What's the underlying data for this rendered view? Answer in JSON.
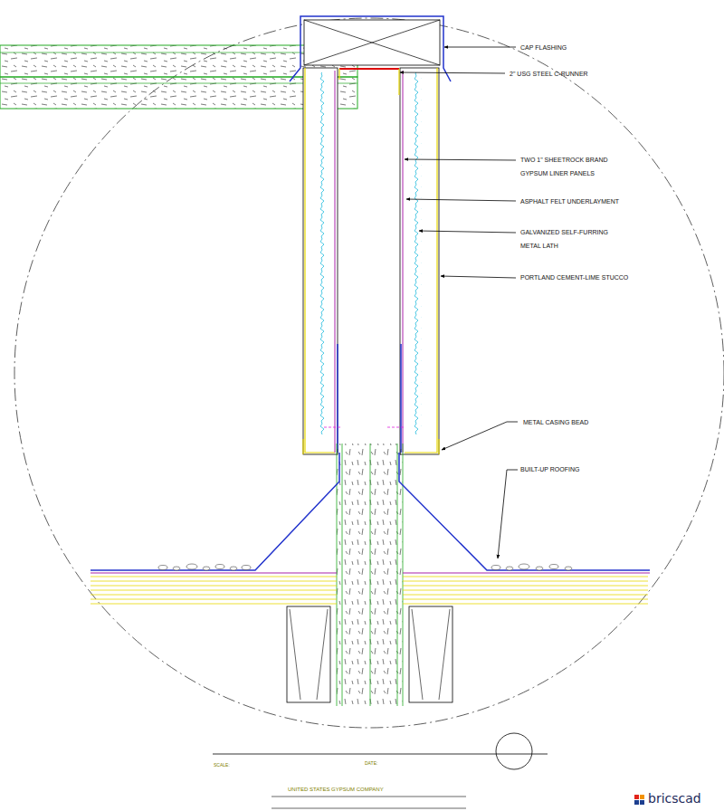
{
  "diagram": {
    "labels": [
      "CAP FLASHING",
      "2\" USG STEEL C-RUNNER",
      "TWO 1\" SHEETROCK BRAND GYPSUM LINER PANELS",
      "ASPHALT FELT UNDERLAYMENT",
      "GALVANIZED SELF-FURRING METAL LATH",
      "PORTLAND CEMENT-LIME STUCCO",
      "METAL CASING BEAD",
      "BUILT-UP ROOFING",
      "SCALE:",
      "DATE:",
      "UNITED STATES GYPSUM COMPANY",
      "bricscad"
    ]
  }
}
